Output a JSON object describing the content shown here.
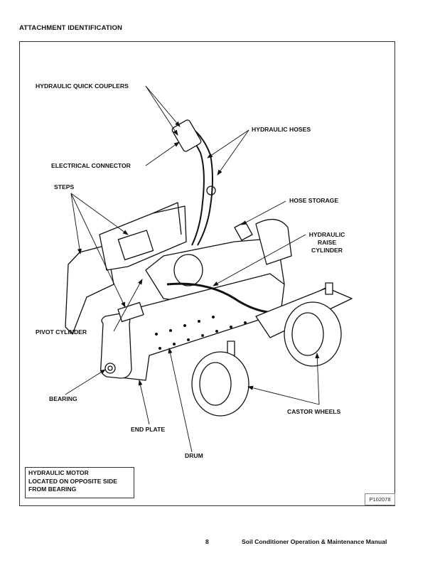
{
  "section_title": "ATTACHMENT IDENTIFICATION",
  "labels": {
    "hydraulic_quick_couplers": "HYDRAULIC QUICK COUPLERS",
    "hydraulic_hoses": "HYDRAULIC HOSES",
    "electrical_connector": "ELECTRICAL CONNECTOR",
    "steps": "STEPS",
    "hose_storage": "HOSE STORAGE",
    "hydraulic_raise_cylinder": [
      "HYDRAULIC",
      "RAISE",
      "CYLINDER"
    ],
    "pivot_cylinder": "PIVOT CYLINDER",
    "bearing": "BEARING",
    "castor_wheels": "CASTOR WHEELS",
    "end_plate": "END PLATE",
    "drum": "DRUM"
  },
  "note": [
    "HYDRAULIC MOTOR",
    "LOCATED ON OPPOSITE SIDE",
    "FROM BEARING"
  ],
  "figure_id": "P102078",
  "footer": {
    "page_number": "8",
    "manual_title": "Soil Conditioner Operation & Maintenance Manual"
  }
}
